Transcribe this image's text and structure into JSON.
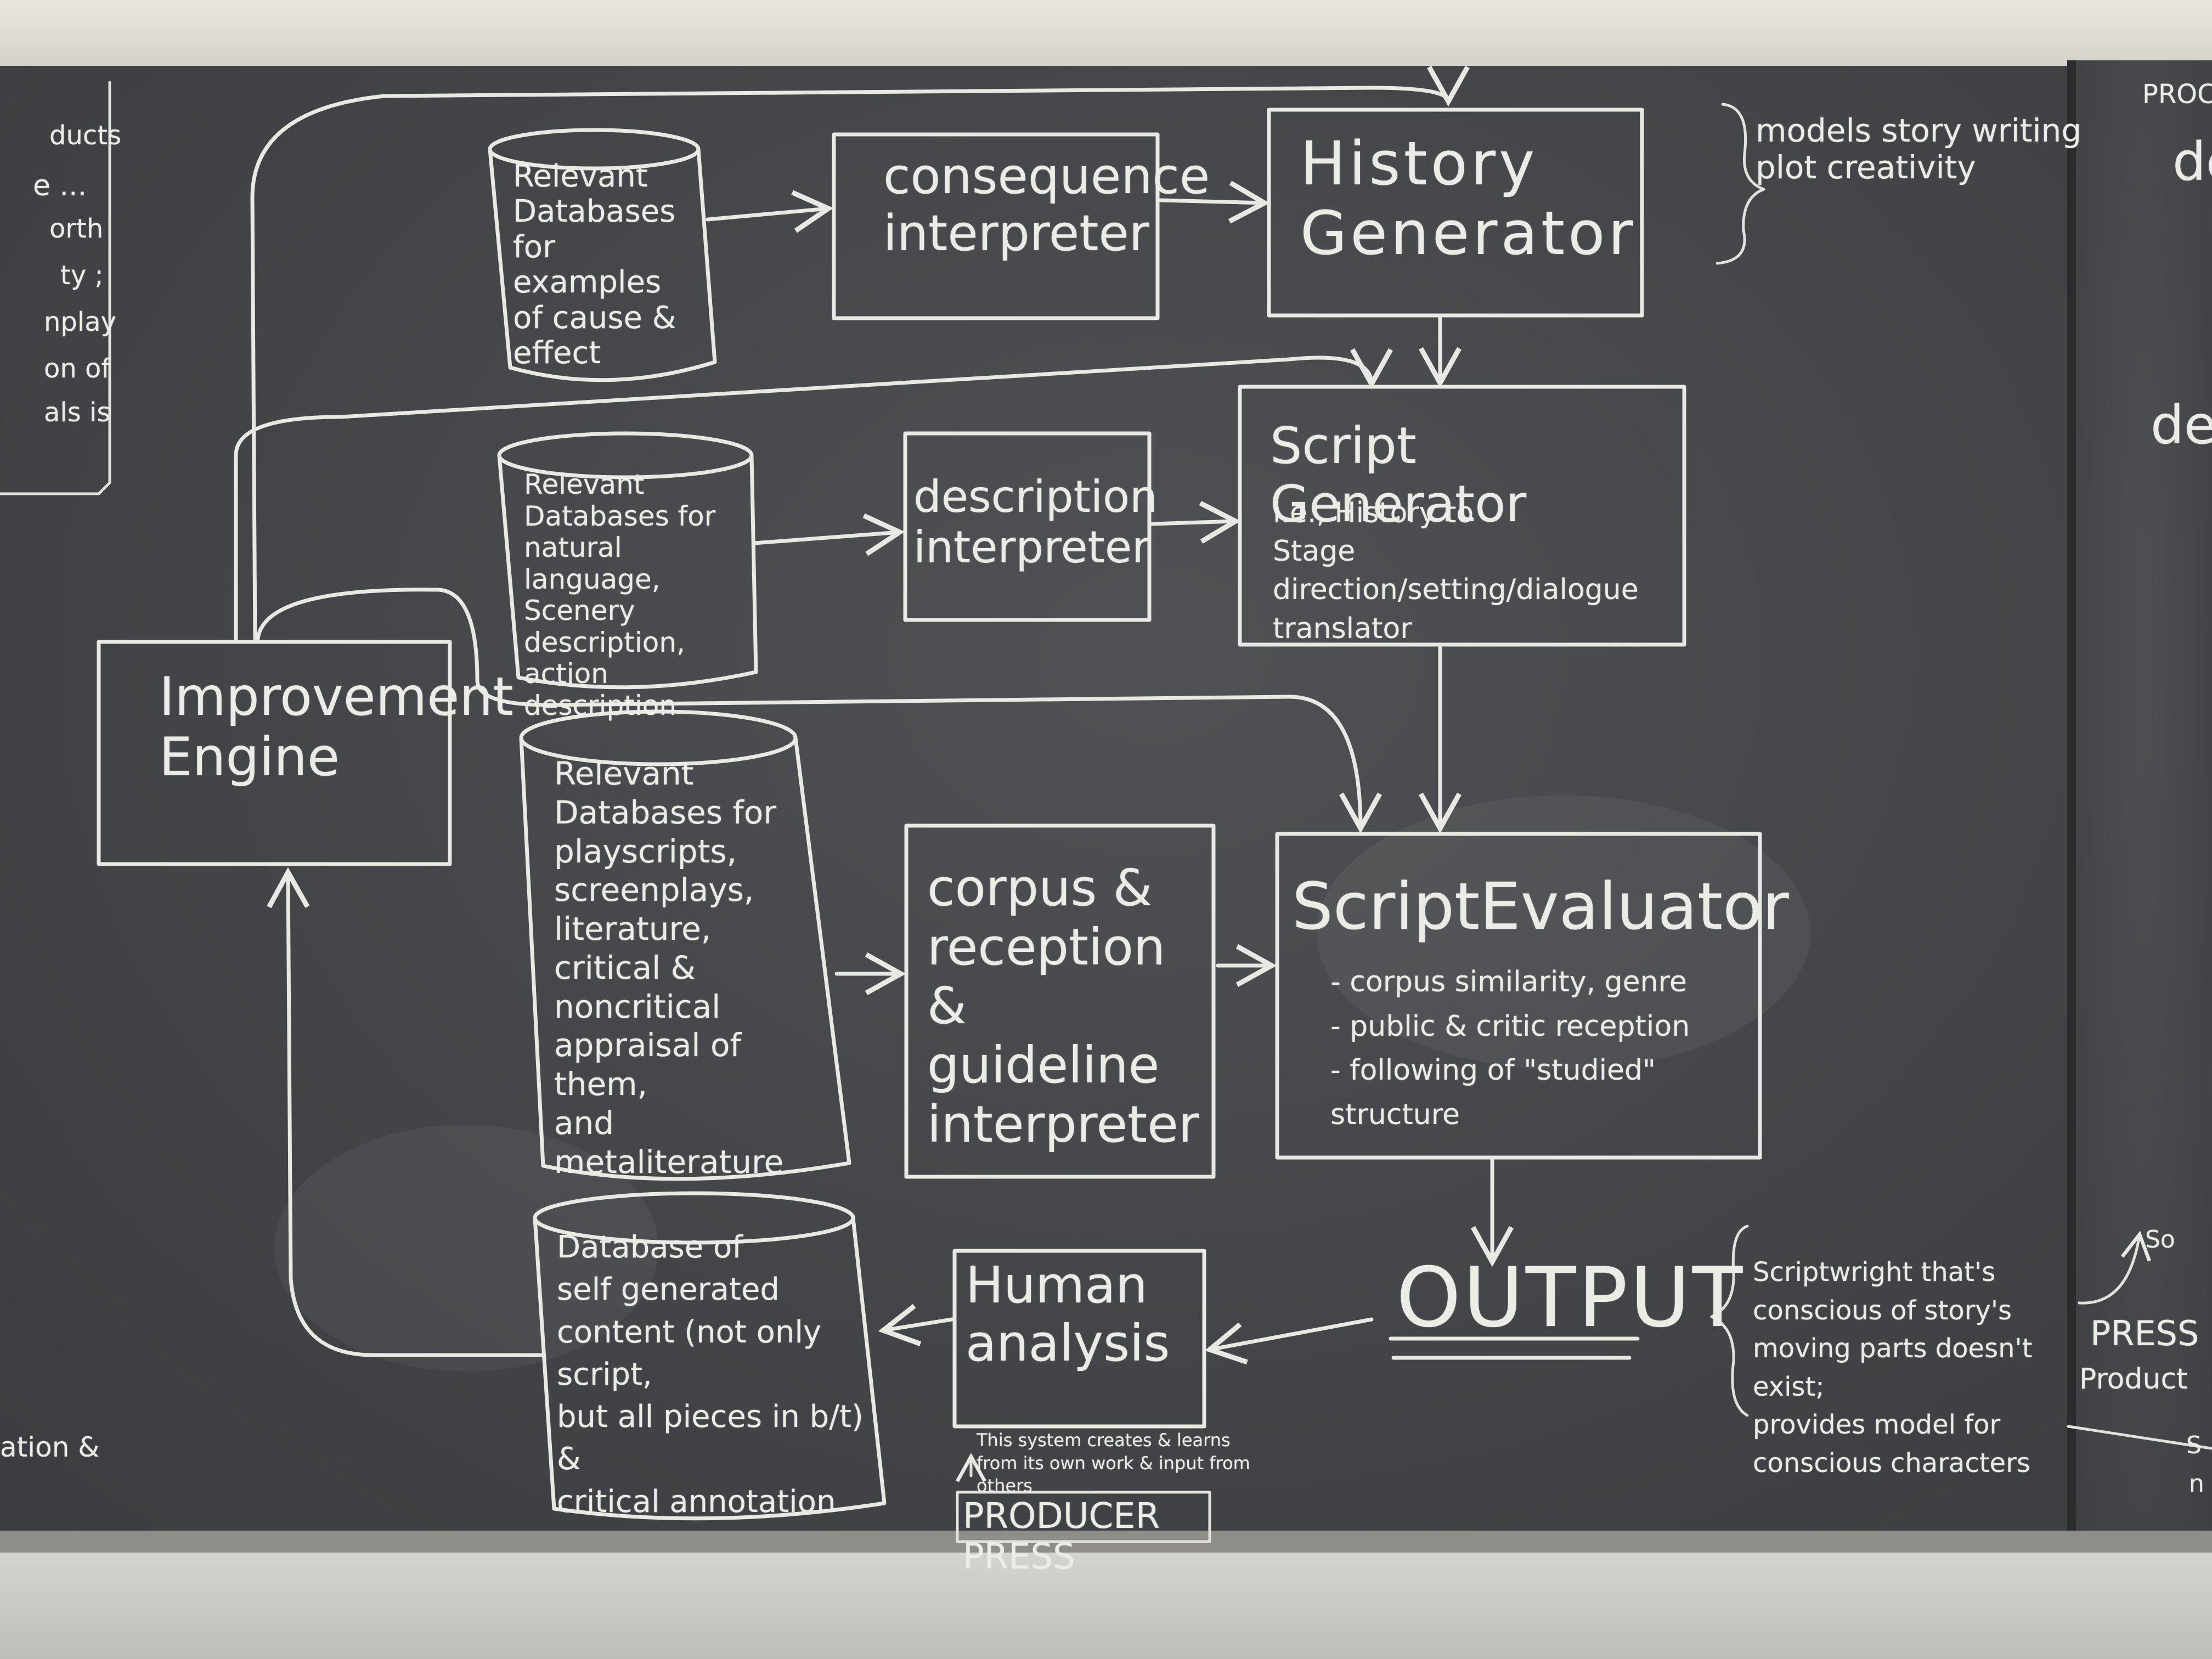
{
  "nodes": {
    "db_cause_effect": "Relevant\nDatabases\nfor examples\nof cause & effect",
    "consequence_interpreter": "consequence\ninterpreter",
    "history_generator": "History\nGenerator",
    "history_note": "models story writing\nplot creativity",
    "db_natural_language": "Relevant\nDatabases for\nnatural language,\nScenery description,\naction description",
    "description_interpreter": "description\ninterpreter",
    "script_generator_title": "Script Generator",
    "script_generator_body": "i.e., History to\nStage direction/setting/dialogue\ntranslator",
    "improvement_engine": "Improvement\nEngine",
    "db_playscripts": "Relevant\nDatabases for\nplayscripts,\nscreenplays,\nliterature,\ncritical & noncritical\nappraisal of them,\nand metaliterature",
    "corpus_interpreter": "corpus &\nreception &\nguideline\ninterpreter",
    "script_evaluator_title": "ScriptEvaluator",
    "script_evaluator_body": "- corpus similarity, genre\n- public & critic reception\n- following of \"studied\" structure",
    "output": "OUTPUT",
    "output_note": "Scriptwright that's\nconscious of story's\nmoving parts doesn't exist;\nprovides model for\nconscious characters",
    "human_analysis": "Human\nanalysis",
    "db_self_generated": "Database of\nself generated\ncontent (not only script,\nbut all pieces in b/t) &\ncritical annotation",
    "system_note": "This system creates & learns\nfrom its own work & input from\nothers",
    "producer_press": "PRODUCER PRESS"
  },
  "left_board_fragments": [
    "ducts",
    "e ...",
    "orth",
    "ty ;",
    "nplay",
    "on of",
    "als is",
    "ation &"
  ],
  "right_board_fragments": [
    "PROC",
    "de",
    "de",
    "PRESS",
    "Product",
    "So",
    "S",
    "n"
  ]
}
